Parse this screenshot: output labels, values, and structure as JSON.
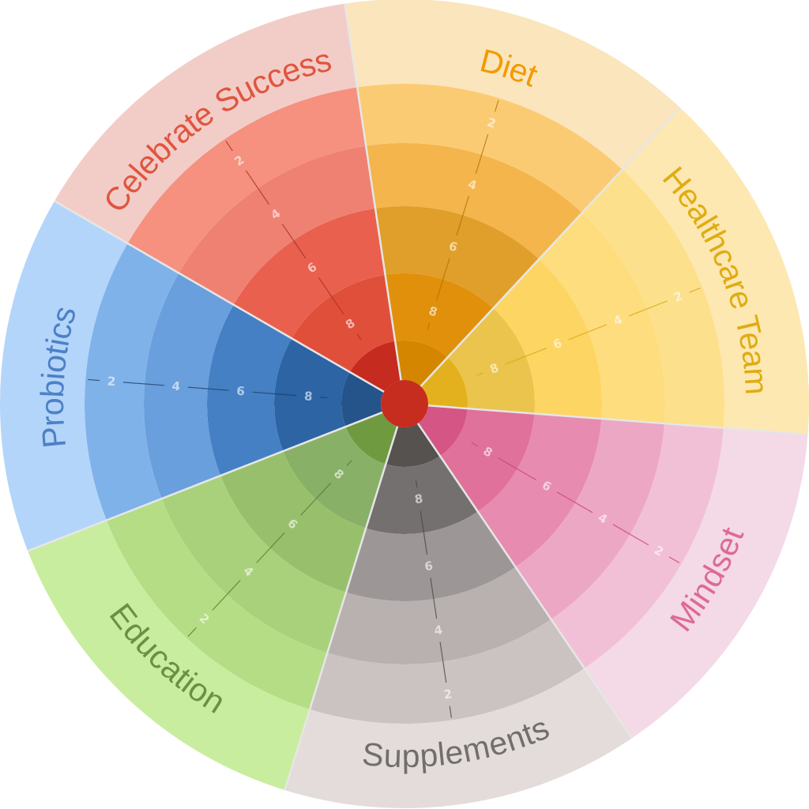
{
  "chart_data": {
    "type": "wheel",
    "title": "",
    "scale_ticks": [
      "8",
      "6",
      "4",
      "2"
    ],
    "categories": [
      {
        "name": "Diet",
        "label_color": "#F29A00",
        "shades": [
          "#D48600",
          "#E0900A",
          "#E09F2A",
          "#F3B54C",
          "#FBCB74",
          "#FBE5BD"
        ],
        "axis_color": "#B0720A"
      },
      {
        "name": "Healthcare Team",
        "label_color": "#E0AC14",
        "shades": [
          "#E3B11E",
          "#EAC44D",
          "#FDD562",
          "#FEDD7E",
          "#FDE08C",
          "#FDE8B2"
        ],
        "axis_color": "#D9A514"
      },
      {
        "name": "Mindset",
        "label_color": "#DD6A95",
        "shades": [
          "#D55585",
          "#E0719A",
          "#E88BB0",
          "#ECA7C4",
          "#F2C0D6",
          "#F3DAE6"
        ],
        "axis_color": "#C84474"
      },
      {
        "name": "Supplements",
        "label_color": "#716E6D",
        "shades": [
          "#555250",
          "#747070",
          "#9C9796",
          "#B8B1B0",
          "#CBC3C1",
          "#E3DCDA"
        ],
        "axis_color": "#4A4746"
      },
      {
        "name": "Education",
        "label_color": "#6A8F45",
        "shades": [
          "#6F9A40",
          "#88B066",
          "#98C06C",
          "#A9D17C",
          "#B4DD86",
          "#C9ED9E"
        ],
        "axis_color": "#557A31"
      },
      {
        "name": "Probiotics",
        "label_color": "#4D80C6",
        "shades": [
          "#24548A",
          "#2C64A4",
          "#4580C4",
          "#6A9FDD",
          "#80B2EA",
          "#B3D5FA"
        ],
        "axis_color": "#1E3F66"
      },
      {
        "name": "Celebrate Success",
        "label_color": "#E0553F",
        "shades": [
          "#C52B1E",
          "#E04F3A",
          "#E9604E",
          "#EF8173",
          "#F6907F",
          "#F2CDC8"
        ],
        "axis_color": "#A8301F"
      }
    ],
    "center_color": "#C62D1F"
  }
}
